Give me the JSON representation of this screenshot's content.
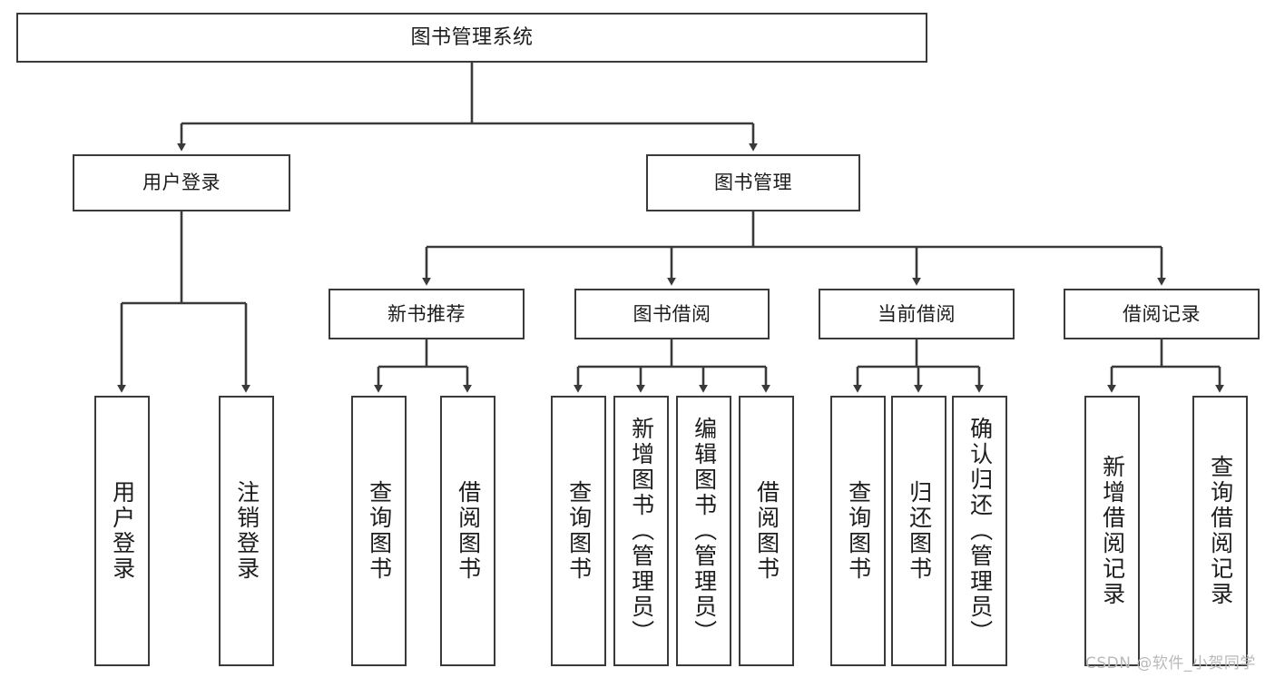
{
  "diagram": {
    "title": "图书管理系统",
    "type": "tree-hierarchy",
    "watermark": "CSDN @软件_小贺同学",
    "colors": {
      "box_border": "#3a3a3a",
      "box_fill": "#ffffff",
      "connector": "#3a3a3a",
      "text": "#1c1c1c",
      "watermark": "#b9b9b9",
      "background": "#ffffff"
    }
  },
  "nodes": {
    "root": {
      "label": "图书管理系统"
    },
    "level2": [
      {
        "label": "用户登录"
      },
      {
        "label": "图书管理"
      }
    ],
    "level3": [
      {
        "label": "新书推荐"
      },
      {
        "label": "图书借阅"
      },
      {
        "label": "当前借阅"
      },
      {
        "label": "借阅记录"
      }
    ],
    "leaves": {
      "user_login": [
        {
          "label": "用户登录"
        },
        {
          "label": "注销登录"
        }
      ],
      "new_book_recommend": [
        {
          "label": "查询图书"
        },
        {
          "label": "借阅图书"
        }
      ],
      "book_borrow": [
        {
          "label": "查询图书"
        },
        {
          "label": "新增图书（管理员）"
        },
        {
          "label": "编辑图书（管理员）"
        },
        {
          "label": "借阅图书"
        }
      ],
      "current_borrow": [
        {
          "label": "查询图书"
        },
        {
          "label": "归还图书"
        },
        {
          "label": "确认归还（管理员）"
        }
      ],
      "borrow_record": [
        {
          "label": "新增借阅记录"
        },
        {
          "label": "查询借阅记录"
        }
      ]
    }
  }
}
